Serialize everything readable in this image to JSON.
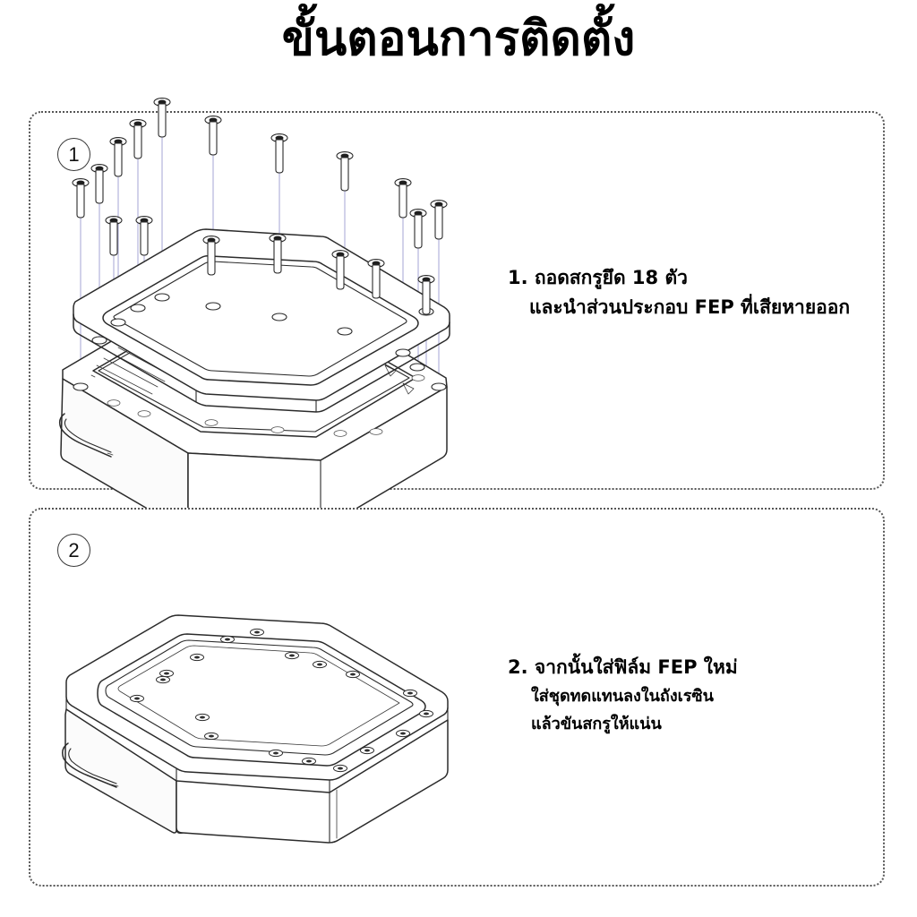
{
  "page": {
    "title": "ขั้นตอนการติดตั้ง",
    "background_color": "#ffffff",
    "text_color": "#000000"
  },
  "steps": [
    {
      "number": "1",
      "badge_name": "step-number-1",
      "illustration": {
        "name": "exploded-resin-vat-fep-assembly",
        "description": "exploded-isometric-line-drawing",
        "parts": [
          "screws",
          "fep-frame-plate",
          "resin-vat-body"
        ],
        "screw_count": 18,
        "guide_line_color": "#b4b4dc",
        "line_color": "#2b2b2b"
      },
      "caption_lines": [
        {
          "text": "1. ถอดสกรูยึด 18 ตัว",
          "style": "primary"
        },
        {
          "text": "และนำส่วนประกอบ FEP ที่เสียหายออก",
          "style": "secondary"
        }
      ]
    },
    {
      "number": "2",
      "badge_name": "step-number-2",
      "illustration": {
        "name": "assembled-resin-vat-with-fep",
        "description": "assembled-isometric-line-drawing",
        "parts": [
          "resin-vat-body",
          "fep-frame-plate",
          "seated-screws"
        ],
        "screw_count": 18,
        "line_color": "#2b2b2b"
      },
      "caption_lines": [
        {
          "text": "2. จากนั้นใส่ฟิล์ม FEP ใหม่",
          "style": "primary"
        },
        {
          "text": "ใส่ชุดทดแทนลงในถังเรซิน",
          "style": "small"
        },
        {
          "text": "แล้วขันสกรูให้แน่น",
          "style": "small"
        }
      ]
    }
  ]
}
